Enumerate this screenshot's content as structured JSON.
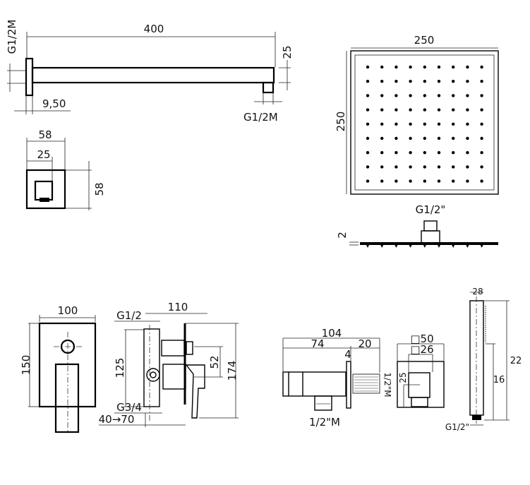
{
  "shower_arm": {
    "length": "400",
    "height": "25",
    "wall_thread": "G1/2M",
    "outlet_thread": "G1/2M",
    "offset": "9,50"
  },
  "flange": {
    "outer_width": "58",
    "inner_width": "25",
    "height": "58"
  },
  "shower_head": {
    "width": "250",
    "height": "250",
    "thread": "G1/2\"",
    "thickness": "2"
  },
  "wall_plate": {
    "width": "100",
    "height": "150"
  },
  "mixer": {
    "depth": "110",
    "inlet": "G1/2",
    "height": "125",
    "outlet_spacing": "52",
    "total_height": "174",
    "outlet": "G3/4",
    "install_depth": "40→70"
  },
  "elbow": {
    "total": "104",
    "body": "74",
    "thread_len": "20",
    "plate": "4",
    "side_thread": "1/2\"M",
    "bottom_thread": "1/2\"M"
  },
  "elbow_front": {
    "outer": "□50",
    "inner": "□26",
    "height": "25"
  },
  "hand_shower": {
    "width": "28",
    "length": "22",
    "spray_length": "16",
    "thread": "G1/2\""
  }
}
